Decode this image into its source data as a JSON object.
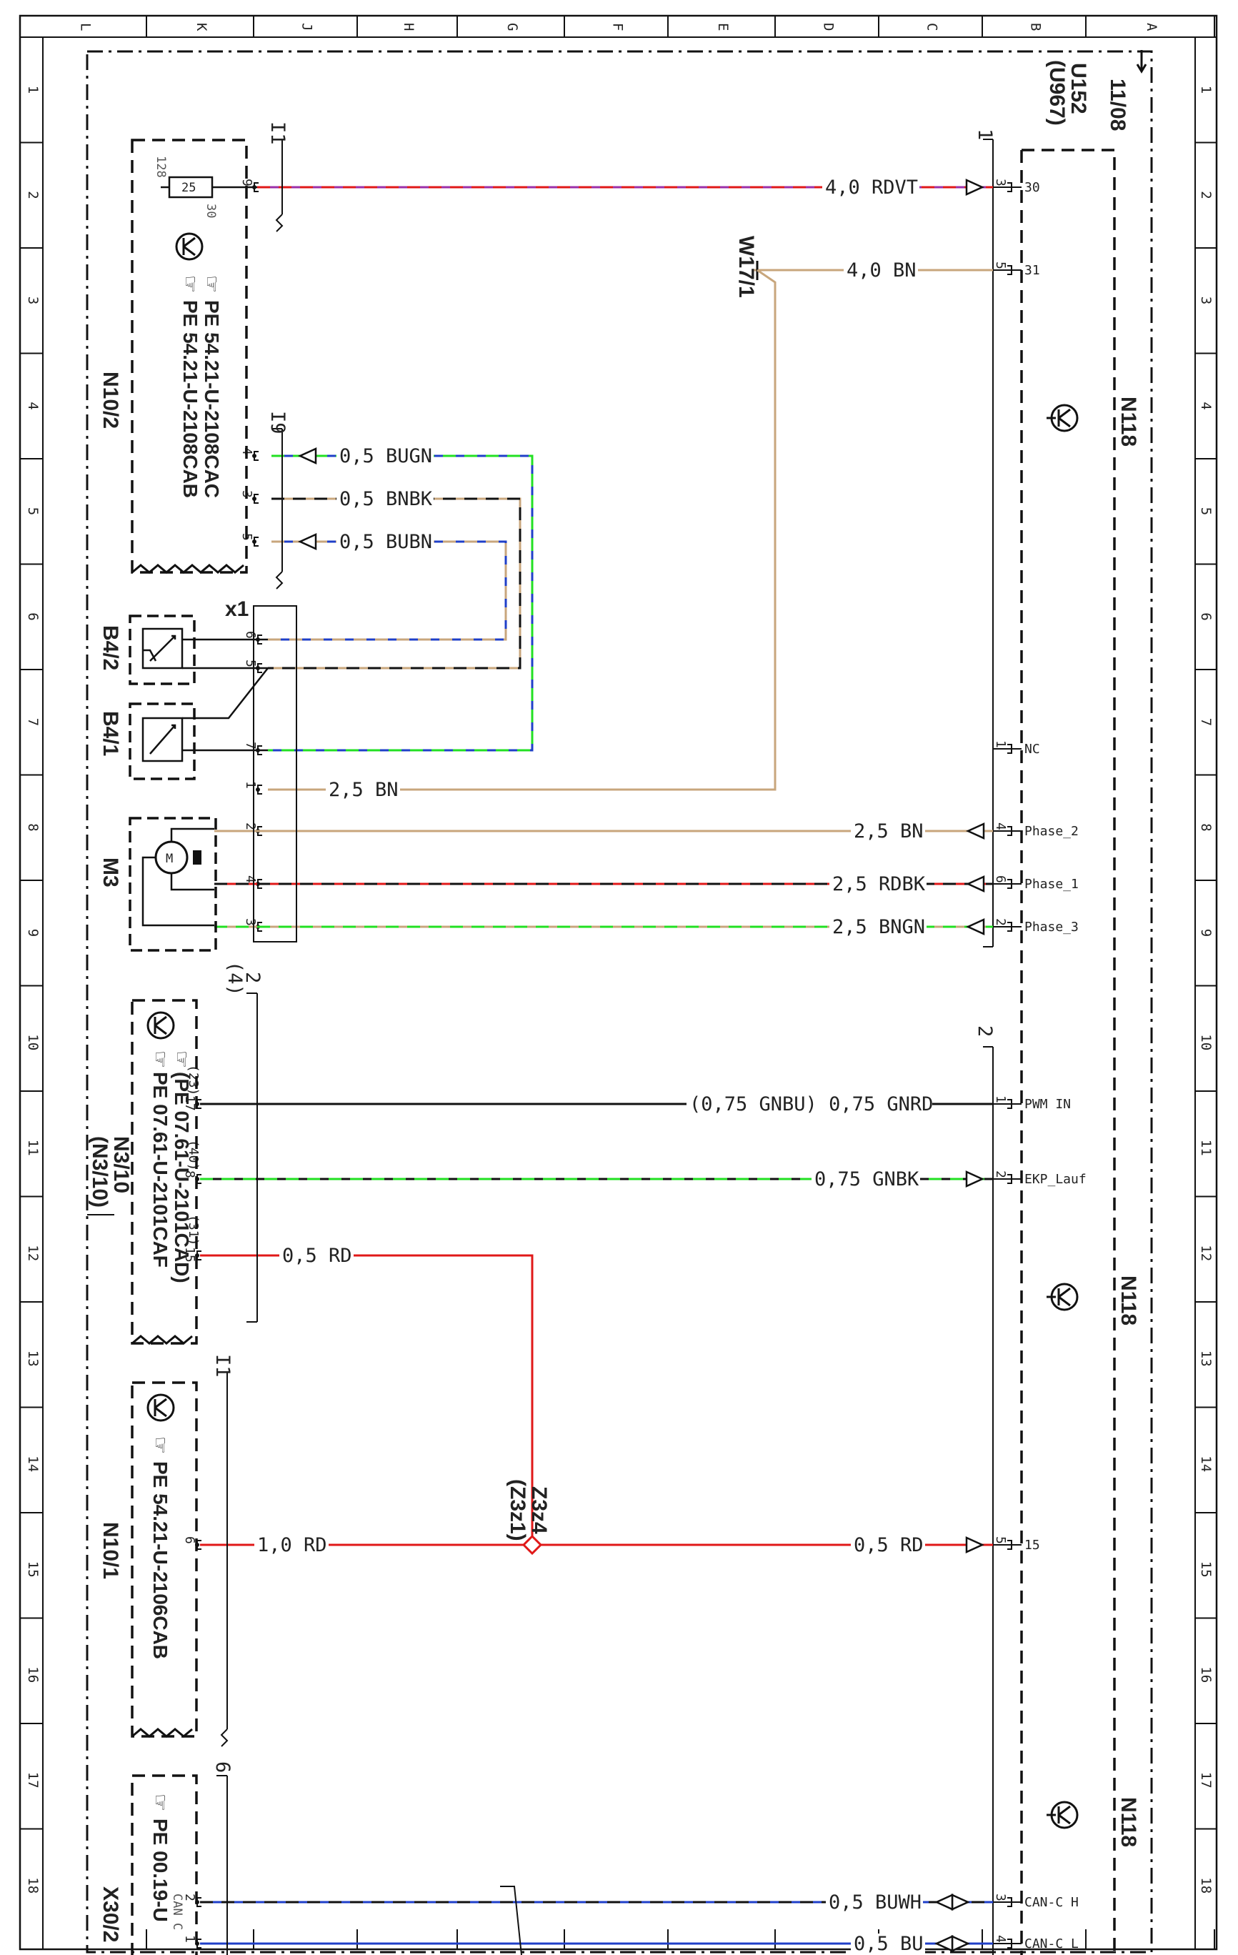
{
  "page_ref": "11/08",
  "module": {
    "name": "U152",
    "alt": "(U967)"
  },
  "edge_letters": [
    "L",
    "K",
    "J",
    "H",
    "G",
    "F",
    "E",
    "D",
    "C",
    "B",
    "A"
  ],
  "edge_numbers": [
    "1",
    "2",
    "3",
    "4",
    "5",
    "6",
    "7",
    "8",
    "9",
    "10",
    "11",
    "12",
    "13",
    "14",
    "15",
    "16",
    "17",
    "18"
  ],
  "components": {
    "n118": {
      "name": "N118"
    },
    "n10_2": {
      "name": "N10/2",
      "conn": "I1",
      "conn2": "I9",
      "fuse": "25",
      "fuse_l": "128",
      "fuse_r": "30",
      "pe1": "PE 54.21-U-2108CAB",
      "pe2": "PE 54.21-U-2108CAC"
    },
    "x1": {
      "name": "x1"
    },
    "b4_2": {
      "name": "B4/2"
    },
    "b4_1": {
      "name": "B4/1"
    },
    "m3": {
      "name": "M3"
    },
    "n3_10": {
      "name": "N3/10",
      "alt": "(N3/10)",
      "conn": "2",
      "conn_alt": "(4)",
      "pe1": "PE 07.61-U-2101CAF",
      "pe2": "(PE 07.61-U-2101CAD)"
    },
    "n10_1": {
      "name": "N10/1",
      "conn": "I1",
      "pe1": "PE 54.21-U-2106CAB"
    },
    "x30_2": {
      "name": "X30/2",
      "conn": "6",
      "pe1": "PE 00.19-U",
      "can": "CAN C"
    },
    "w17_1": {
      "name": "W17/1"
    },
    "z3z4": {
      "name": "Z3z4",
      "alt": "(Z3z1)"
    }
  },
  "n118_pins": {
    "conn1": "1",
    "conn2": "2",
    "p30": {
      "num": "3",
      "sig": "30"
    },
    "p31": {
      "num": "5",
      "sig": "31"
    },
    "nc": {
      "num": "1",
      "sig": "NC"
    },
    "ph2": {
      "num": "4",
      "sig": "Phase_2"
    },
    "ph1": {
      "num": "6",
      "sig": "Phase_1"
    },
    "ph3": {
      "num": "2",
      "sig": "Phase_3"
    },
    "pwm": {
      "num": "1",
      "sig": "PWM IN"
    },
    "ekp": {
      "num": "2",
      "sig": "EKP_Lauf"
    },
    "p15": {
      "num": "5",
      "sig": "15"
    },
    "canh": {
      "num": "3",
      "sig": "CAN-C H"
    },
    "canl": {
      "num": "4",
      "sig": "CAN-C L"
    }
  },
  "left_pins": {
    "n10_2_a": "6",
    "n10_2_b": "4",
    "n10_2_c": "3",
    "n10_2_d": "5",
    "x1_a": "6",
    "x1_b": "5",
    "x1_c": "7",
    "x1_d": "1",
    "x1_e": "2",
    "x1_f": "4",
    "x1_g": "3",
    "n3_a": "17",
    "n3_a_alt": "(23)",
    "n3_b": "8",
    "n3_b_alt": "(40)",
    "n3_c": "15",
    "n3_c_alt": "(31)",
    "n10_1_a": "6",
    "x30_a": "2",
    "x30_b": "1"
  },
  "wires": {
    "w1": "4,0 RDVT",
    "w2": "4,0 BN",
    "w3": "0,5 BUGN",
    "w4": "0,5 BNBK",
    "w5": "0,5 BUBN",
    "w6": "2,5 BN",
    "w7": "2,5 BN",
    "w8": "2,5 RDBK",
    "w9": "2,5 BNGN",
    "w10": "(0,75 GNBU) 0,75 GNRD",
    "w11": "0,75 GNBK",
    "w12": "0,5 RD",
    "w13": "1,0 RD",
    "w14": "0,5 RD",
    "w15": "0,5 BUWH",
    "w16": "0,5 BU"
  },
  "colors": {
    "violet": "#9b2fa8",
    "red": "#e01818",
    "brown": "#c8a67c",
    "green": "#22e022",
    "blue": "#1f3fc8",
    "black": "#111111",
    "frame": "#111111"
  }
}
